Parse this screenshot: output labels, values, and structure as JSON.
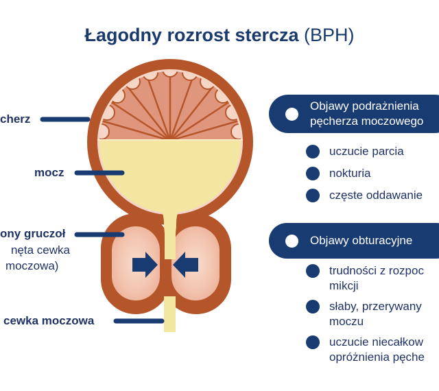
{
  "title": {
    "main": "Łagodny rozrost stercza",
    "abbr": " (BPH)"
  },
  "labels": {
    "bladder": "cherz",
    "urine": "mocz",
    "gland": "ony gruczoł",
    "gland_sub1": "nęta cewka",
    "gland_sub2": "moczowa)",
    "urethra": "cewka moczowa"
  },
  "sections": [
    {
      "heading_line1": "Objawy podrażnienia",
      "heading_line2": "pęcherza moczowego",
      "items": [
        {
          "line1": "uczucie parcia"
        },
        {
          "line1": "nokturia"
        },
        {
          "line1": "częste oddawanie"
        }
      ]
    },
    {
      "heading_line1": "Objawy obturacyjne",
      "items": [
        {
          "line1": "trudności z rozpoc",
          "line2": "mikcji"
        },
        {
          "line1": "słaby, przerywany",
          "line2": "moczu"
        },
        {
          "line1": "uczucie niecałkow",
          "line2": "opróżnienia pęche"
        }
      ]
    }
  ],
  "colors": {
    "navy": "#183b72",
    "wall": "#b5552a",
    "muscle": "#e0967d",
    "urine": "#f2e6a0",
    "prostate": "#f4c9b6"
  }
}
